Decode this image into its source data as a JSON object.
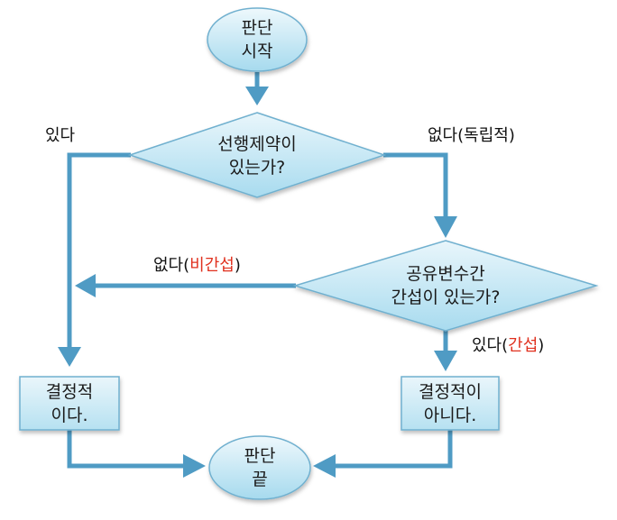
{
  "nodes": {
    "start": {
      "line1": "판단",
      "line2": "시작"
    },
    "decision1": {
      "line1": "선행제약이",
      "line2": "있는가?"
    },
    "decision2": {
      "line1": "공유변수간",
      "line2": "간섭이 있는가?"
    },
    "box_left": {
      "line1": "결정적",
      "line2": "이다."
    },
    "box_right": {
      "line1": "결정적이",
      "line2": "아니다."
    },
    "end": {
      "line1": "판단",
      "line2": "끝"
    }
  },
  "edge_labels": {
    "d1_yes": "있다",
    "d1_no": "없다(독립적)",
    "d2_no": {
      "prefix": "없다(",
      "highlight": "비간섭",
      "suffix": ")"
    },
    "d2_yes": {
      "prefix": "있다(",
      "highlight": "간섭",
      "suffix": ")"
    }
  },
  "colors": {
    "arrow": "#4f9bc4",
    "node_fill_light": "#e4f4fb",
    "node_fill_dark": "#a9dcef",
    "node_stroke": "#6fb0cf",
    "highlight": "#e0301e"
  }
}
